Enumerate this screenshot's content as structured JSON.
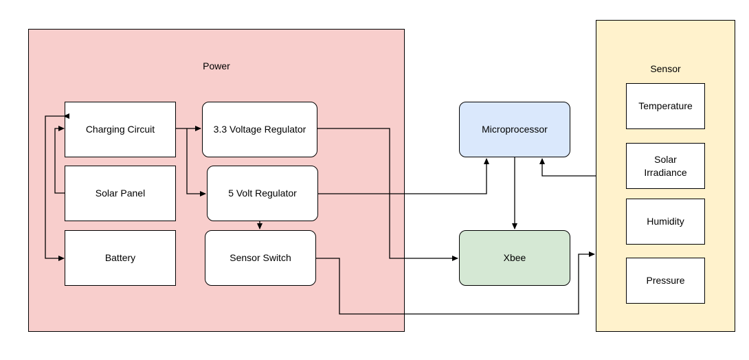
{
  "colors": {
    "power_fill": "#f8cecc",
    "sensor_fill": "#fff2cc",
    "sensor_border": "#000000",
    "micro_fill": "#dae8fc",
    "xbee_fill": "#d5e8d4",
    "node_fill": "#ffffff",
    "line": "#000000"
  },
  "groups": {
    "power": {
      "label": "Power"
    },
    "sensor": {
      "label": "Sensor"
    }
  },
  "nodes": {
    "charging_circuit": "Charging Circuit",
    "solar_panel": "Solar Panel",
    "battery": "Battery",
    "voltage_regulator_33": "3.3 Voltage Regulator",
    "volt_regulator_5": "5 Volt Regulator",
    "sensor_switch": "Sensor Switch",
    "microprocessor": "Microprocessor",
    "xbee": "Xbee",
    "temperature": "Temperature",
    "solar_irradiance": "Solar Irradiance",
    "humidity": "Humidity",
    "pressure": "Pressure"
  }
}
